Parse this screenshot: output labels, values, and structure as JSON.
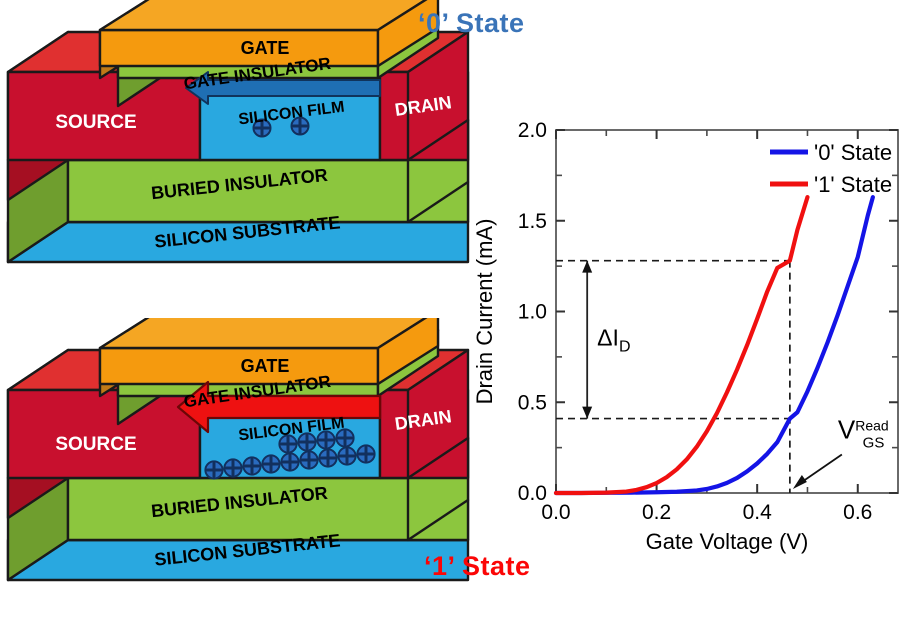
{
  "figure": {
    "title_top_right": "‘0’ State",
    "title_bottom_right": "‘1’ State",
    "state0_color": "#3a74b8",
    "state1_color": "#fb0606"
  },
  "device_diagram": {
    "layers": {
      "gate": "GATE",
      "gate_insulator": "GATE INSULATOR",
      "source": "SOURCE",
      "drain": "DRAIN",
      "silicon_film": "SILICON FILM",
      "buried_insulator": "BURIED INSULATOR",
      "silicon_substrate": "SILICON SUBSTRATE"
    },
    "colors": {
      "gate_top": "#f5a623",
      "gate_face": "#f59a0e",
      "gate_side": "#c07a18",
      "insulator_top": "#9acd32",
      "insulator_face": "#8cc63e",
      "insulator_side": "#6f9e2e",
      "source_drain_top": "#e03030",
      "source_drain_face": "#c8102e",
      "source_drain_side": "#a50f22",
      "silicon_face": "#29a8e0",
      "silicon_side": "#1d85c0",
      "substrate_face": "#29a8e0",
      "substrate_side": "#1d85c0",
      "outline": "#1a1a1a"
    },
    "state0": {
      "current_arrow_color": "#1f6fb4",
      "charge_count": 2,
      "charge_symbol": "+"
    },
    "state1": {
      "current_arrow_color": "#ee1111",
      "charge_count": 13,
      "charge_symbol": "+"
    }
  },
  "chart_data": {
    "type": "line",
    "title": "",
    "xlabel": "Gate Voltage (V)",
    "ylabel": "Drain Current (mA)",
    "xlim": [
      0.0,
      0.68
    ],
    "ylim": [
      0.0,
      2.0
    ],
    "xticks": [
      0.0,
      0.2,
      0.4,
      0.6
    ],
    "xticklabels": [
      "0.0",
      "0.2",
      "0.4",
      "0.6"
    ],
    "yticks": [
      0.0,
      0.5,
      1.0,
      1.5,
      2.0
    ],
    "yticklabels": [
      "0.0",
      "0.5",
      "1.0",
      "1.5",
      "2.0"
    ],
    "grid": false,
    "legend_position": "top-right",
    "series": [
      {
        "name": "'0' State",
        "color": "#1414e6",
        "x": [
          0.0,
          0.05,
          0.1,
          0.15,
          0.2,
          0.24,
          0.28,
          0.3,
          0.32,
          0.34,
          0.36,
          0.38,
          0.4,
          0.42,
          0.44,
          0.465,
          0.48,
          0.5,
          0.52,
          0.54,
          0.56,
          0.58,
          0.6,
          0.62,
          0.63
        ],
        "y": [
          0.0,
          0.0,
          0.001,
          0.002,
          0.004,
          0.007,
          0.014,
          0.022,
          0.036,
          0.056,
          0.083,
          0.119,
          0.163,
          0.216,
          0.28,
          0.41,
          0.445,
          0.56,
          0.69,
          0.83,
          0.98,
          1.14,
          1.3,
          1.53,
          1.63
        ]
      },
      {
        "name": "'1' State",
        "color": "#f01010",
        "x": [
          0.0,
          0.05,
          0.1,
          0.14,
          0.16,
          0.18,
          0.2,
          0.22,
          0.24,
          0.26,
          0.28,
          0.3,
          0.32,
          0.34,
          0.36,
          0.38,
          0.4,
          0.42,
          0.44,
          0.465,
          0.48,
          0.5
        ],
        "y": [
          0.0,
          0.0,
          0.002,
          0.008,
          0.017,
          0.032,
          0.055,
          0.087,
          0.13,
          0.185,
          0.255,
          0.34,
          0.44,
          0.555,
          0.68,
          0.815,
          0.96,
          1.11,
          1.24,
          1.28,
          1.45,
          1.63
        ]
      }
    ],
    "annotations": [
      {
        "name": "delta-id",
        "text": "ΔI",
        "sub": "D",
        "type": "double-arrow",
        "x": 0.062,
        "y_from": 0.41,
        "y_to": 1.28
      },
      {
        "name": "vgs-read",
        "text": "V",
        "sup": "Read",
        "sub": "GS",
        "type": "arrow-pointer",
        "x": 0.465
      },
      {
        "name": "hline-high",
        "type": "dashed-h",
        "y": 1.28,
        "x_to": 0.465
      },
      {
        "name": "hline-low",
        "type": "dashed-h",
        "y": 0.41,
        "x_to": 0.465
      },
      {
        "name": "vline-read",
        "type": "dashed-v",
        "x": 0.465,
        "y_from": 0.0,
        "y_to": 1.28
      }
    ],
    "legend": [
      {
        "label": "'0' State",
        "color": "#1414e6"
      },
      {
        "label": "'1' State",
        "color": "#f01010"
      }
    ]
  }
}
